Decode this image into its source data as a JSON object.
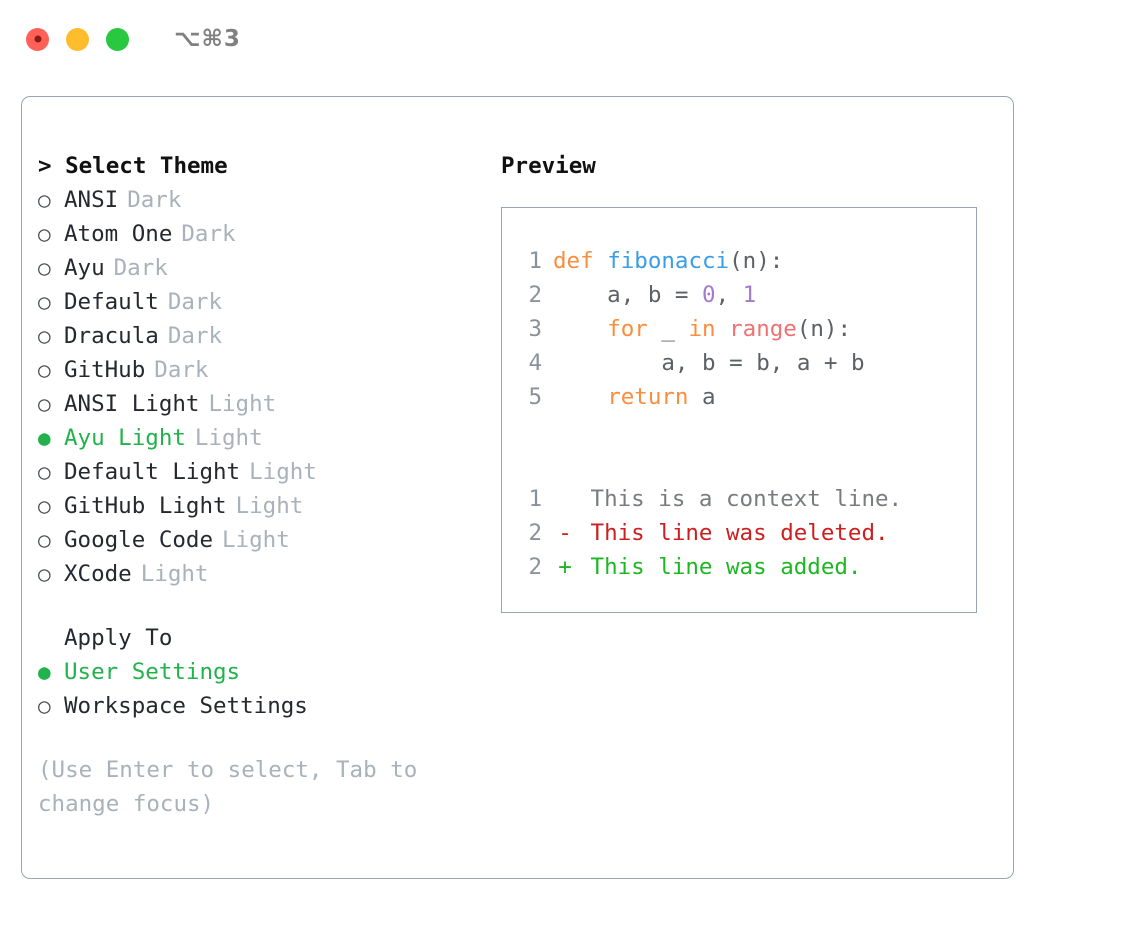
{
  "window": {
    "title": "⌥⌘3",
    "traffic_lights": [
      "close",
      "minimize",
      "maximize"
    ]
  },
  "theme_picker": {
    "header": "> Select Theme",
    "marker_selected": "●",
    "marker_unselected": "○",
    "options": [
      {
        "name": "ANSI",
        "tag": "Dark",
        "selected": false
      },
      {
        "name": "Atom One",
        "tag": "Dark",
        "selected": false
      },
      {
        "name": "Ayu",
        "tag": "Dark",
        "selected": false
      },
      {
        "name": "Default",
        "tag": "Dark",
        "selected": false
      },
      {
        "name": "Dracula",
        "tag": "Dark",
        "selected": false
      },
      {
        "name": "GitHub",
        "tag": "Dark",
        "selected": false
      },
      {
        "name": "ANSI Light",
        "tag": "Light",
        "selected": false
      },
      {
        "name": "Ayu Light",
        "tag": "Light",
        "selected": true
      },
      {
        "name": "Default Light",
        "tag": "Light",
        "selected": false
      },
      {
        "name": "GitHub Light",
        "tag": "Light",
        "selected": false
      },
      {
        "name": "Google Code",
        "tag": "Light",
        "selected": false
      },
      {
        "name": "XCode",
        "tag": "Light",
        "selected": false
      }
    ]
  },
  "apply_to": {
    "header": "Apply To",
    "options": [
      {
        "name": "User Settings",
        "selected": true
      },
      {
        "name": "Workspace Settings",
        "selected": false
      }
    ]
  },
  "hint": "(Use Enter to select, Tab to change focus)",
  "preview": {
    "title": "Preview",
    "code_lines": [
      {
        "number": "1",
        "tokens": [
          {
            "text": "def ",
            "type": "kw"
          },
          {
            "text": "fibonacci",
            "type": "fn"
          },
          {
            "text": "(n):",
            "type": "pl"
          }
        ]
      },
      {
        "number": "2",
        "tokens": [
          {
            "text": "    a, b = ",
            "type": "pl"
          },
          {
            "text": "0",
            "type": "num"
          },
          {
            "text": ", ",
            "type": "pl"
          },
          {
            "text": "1",
            "type": "num"
          }
        ]
      },
      {
        "number": "3",
        "tokens": [
          {
            "text": "    ",
            "type": "pl"
          },
          {
            "text": "for",
            "type": "kw"
          },
          {
            "text": " _ ",
            "type": "pl"
          },
          {
            "text": "in",
            "type": "kw"
          },
          {
            "text": " ",
            "type": "pl"
          },
          {
            "text": "range",
            "type": "call"
          },
          {
            "text": "(n):",
            "type": "pl"
          }
        ]
      },
      {
        "number": "4",
        "tokens": [
          {
            "text": "        a, b = b, a + b",
            "type": "pl"
          }
        ]
      },
      {
        "number": "5",
        "tokens": [
          {
            "text": "    ",
            "type": "pl"
          },
          {
            "text": "return",
            "type": "kw"
          },
          {
            "text": " a",
            "type": "pl"
          }
        ]
      }
    ],
    "diff_lines": [
      {
        "number": "1",
        "sign": " ",
        "text": "This is a context line.",
        "kind": "context"
      },
      {
        "number": "2",
        "sign": "-",
        "text": "This line was deleted.",
        "kind": "deleted"
      },
      {
        "number": "2",
        "sign": "+",
        "text": "This line was added.",
        "kind": "added"
      }
    ]
  },
  "colors": {
    "accent_green": "#22b24c",
    "muted": "#a9b1ba",
    "border": "#9aa5b1",
    "keyword": "#fa8d3e",
    "function": "#399ee6",
    "number": "#a37acc",
    "call": "#f07171",
    "line_number": "#8a9199",
    "diff_added": "#1db723",
    "diff_deleted": "#cc2020",
    "diff_context": "#787c80"
  }
}
